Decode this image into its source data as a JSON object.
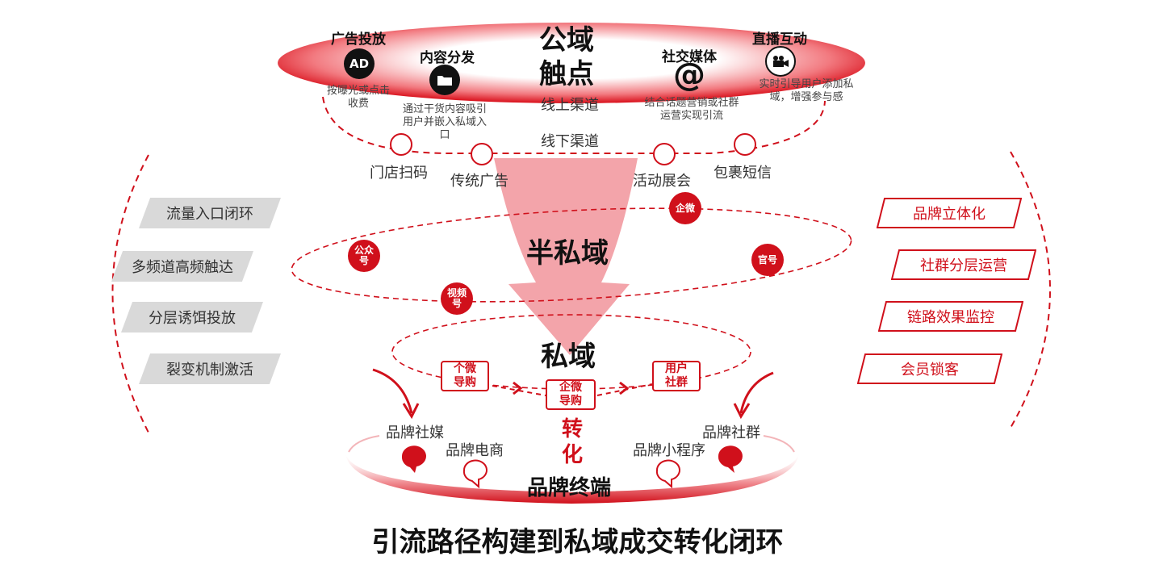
{
  "title": "引流路径构建到私域成交转化闭环",
  "public": {
    "title_line1": "公域",
    "title_line2": "触点",
    "online": "线上渠道",
    "offline": "线下渠道",
    "channels": [
      {
        "name": "广告投放",
        "icon": "ad-icon",
        "desc": "按曝光或点击收费"
      },
      {
        "name": "内容分发",
        "icon": "folder-icon",
        "desc": "通过干货内容吸引用户并嵌入私域入口"
      },
      {
        "name": "社交媒体",
        "icon": "at-icon",
        "desc": "结合话题营销或社群运营实现引流"
      },
      {
        "name": "直播互动",
        "icon": "video-camera-icon",
        "desc": "实时引导用户添加私域，增强参与感"
      }
    ],
    "offline_points": [
      "门店扫码",
      "传统广告",
      "活动展会",
      "包裹短信"
    ]
  },
  "semi_private": {
    "title": "半私域",
    "badges": [
      "企微",
      "公众号",
      "官号",
      "视频号"
    ]
  },
  "private": {
    "title": "私域",
    "steps": [
      "个微导购",
      "企微导购",
      "用户社群"
    ]
  },
  "conversion": {
    "label": "转化",
    "terminal": "品牌终端",
    "items": [
      "品牌社媒",
      "品牌电商",
      "品牌小程序",
      "品牌社群"
    ]
  },
  "left_strategies": [
    "流量入口闭环",
    "多频道高频触达",
    "分层诱饵投放",
    "裂变机制激活"
  ],
  "right_strategies": [
    "品牌立体化",
    "社群分层运营",
    "链路效果监控",
    "会员锁客"
  ],
  "colors": {
    "accent": "#d0101b",
    "funnel": "#f29ca3",
    "pill_gray": "#d9d9d9"
  }
}
